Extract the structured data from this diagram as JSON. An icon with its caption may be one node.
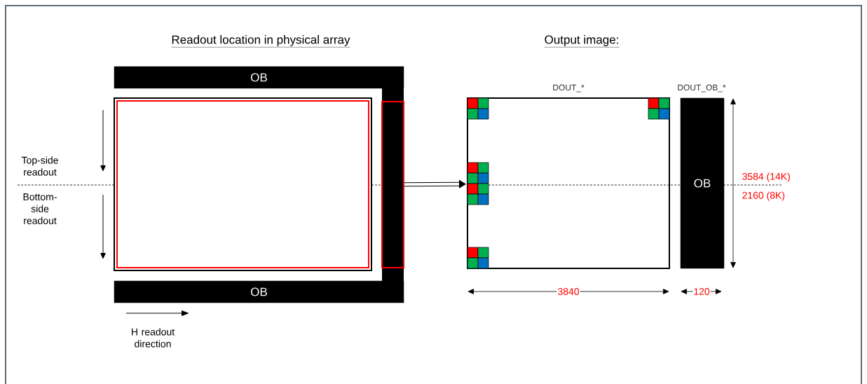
{
  "diagram": {
    "nodes": [
      {
        "text": [
          "OB"
        ]
      },
      {
        "text": [
          "OB"
        ]
      },
      {
        "text": [],
        "shape": "box"
      },
      {
        "text": [],
        "shape": "box",
        "in": 2
      },
      {
        "text": [],
        "shape": "box"
      },
      {
        "text": [],
        "shape": "box",
        "beside": [
          "DOUT_*"
        ]
      },
      {
        "text": [
          "OB"
        ],
        "beside": [
          "DOUT_OB_*"
        ]
      }
    ],
    "edges": [
      {
        "from": 4,
        "to": 5,
        "arrow": "to"
      }
    ],
    "labels": [
      "Readout location in physical array",
      "Output image:",
      "Top-side readout",
      "Bottom-side readout",
      "H readout direction",
      "3584 (14K)",
      "2160 (8K)",
      "3840",
      "120"
    ]
  }
}
